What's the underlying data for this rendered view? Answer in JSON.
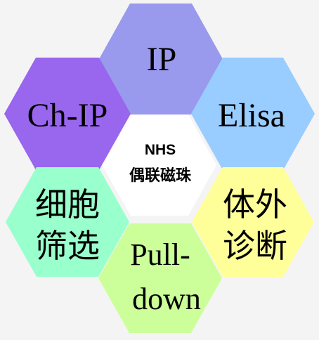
{
  "background": "#f4f4f4",
  "center": {
    "lines": [
      "NHS",
      "偶联磁珠"
    ],
    "color": "#ffffff"
  },
  "hexagons": [
    {
      "id": "ip",
      "lines": [
        "IP"
      ],
      "color": "#9999ee"
    },
    {
      "id": "ch-ip",
      "lines": [
        "Ch-IP"
      ],
      "color": "#9966ee"
    },
    {
      "id": "elisa",
      "lines": [
        "Elisa"
      ],
      "color": "#99ccff"
    },
    {
      "id": "cell-sorting",
      "lines": [
        "细胞",
        "筛选"
      ],
      "color": "#99ffcc"
    },
    {
      "id": "in-vitro-diagnostics",
      "lines": [
        "体外",
        "诊断"
      ],
      "color": "#ffff99"
    },
    {
      "id": "pull-down",
      "lines": [
        "Pull-",
        "down"
      ],
      "color": "#ccff99"
    }
  ]
}
